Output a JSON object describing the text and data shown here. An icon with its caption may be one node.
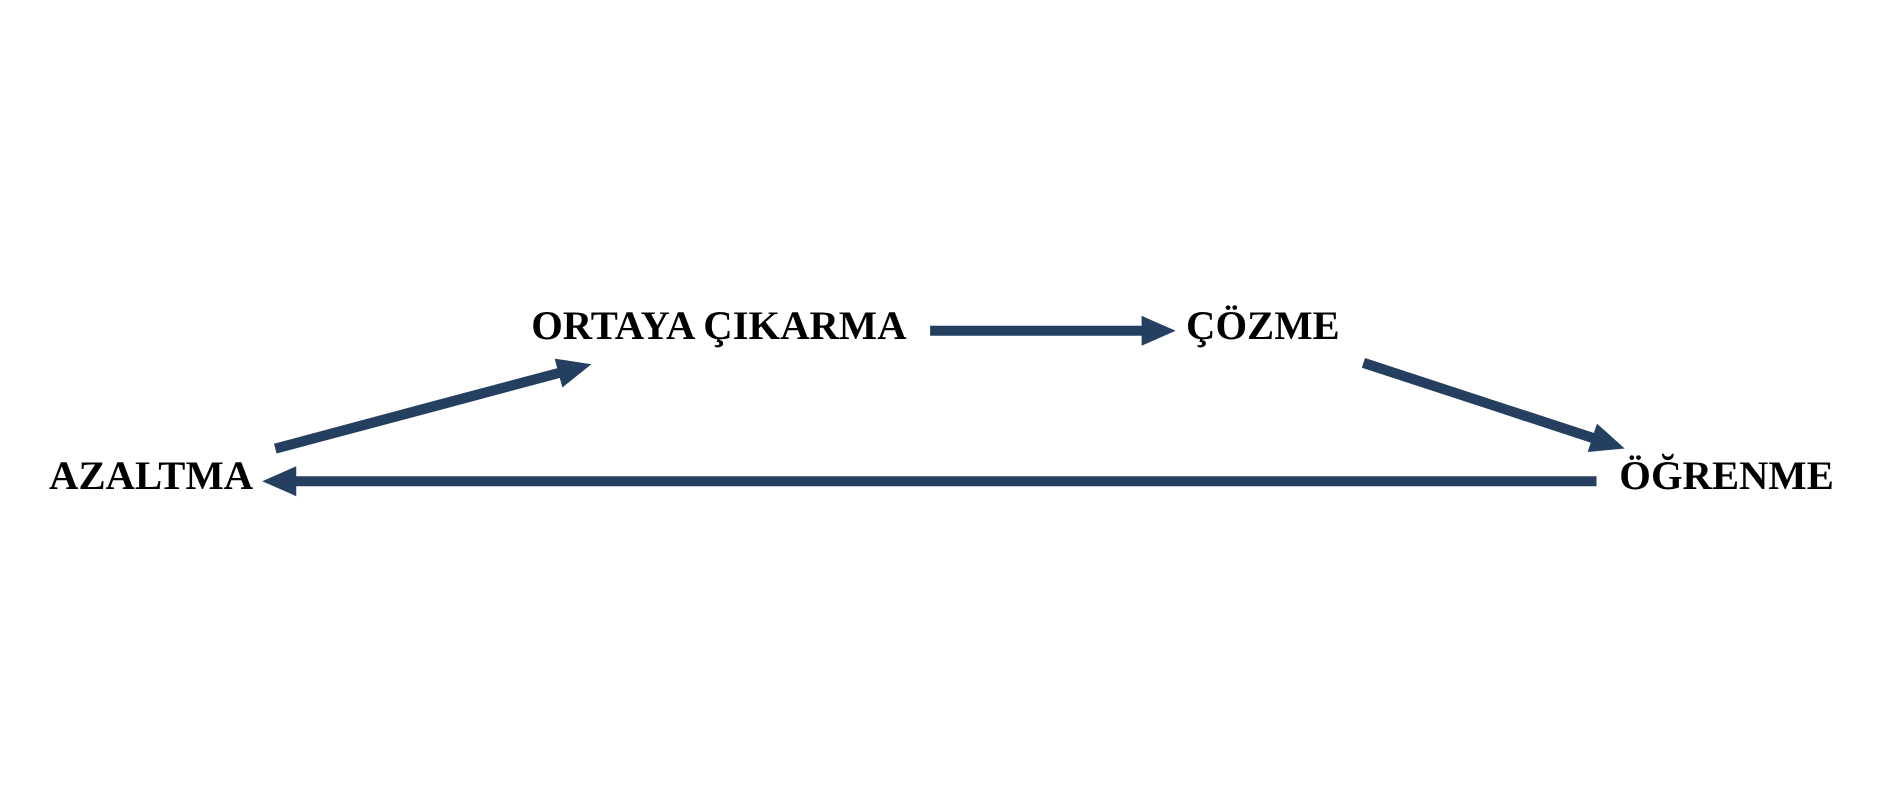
{
  "diagram": {
    "nodes": [
      {
        "text": [
          "AZALTMA"
        ]
      },
      {
        "text": [
          "ORTAYA ÇIKARMA"
        ]
      },
      {
        "text": [
          "ÇÖZME"
        ]
      },
      {
        "text": [
          "ÖĞRENME"
        ]
      }
    ],
    "edges": [
      {
        "from": 0,
        "to": 1,
        "arrow": "to"
      },
      {
        "from": 1,
        "to": 2,
        "arrow": "to"
      },
      {
        "from": 2,
        "to": 3,
        "arrow": "to"
      },
      {
        "from": 3,
        "to": 0,
        "arrow": "to"
      }
    ]
  }
}
